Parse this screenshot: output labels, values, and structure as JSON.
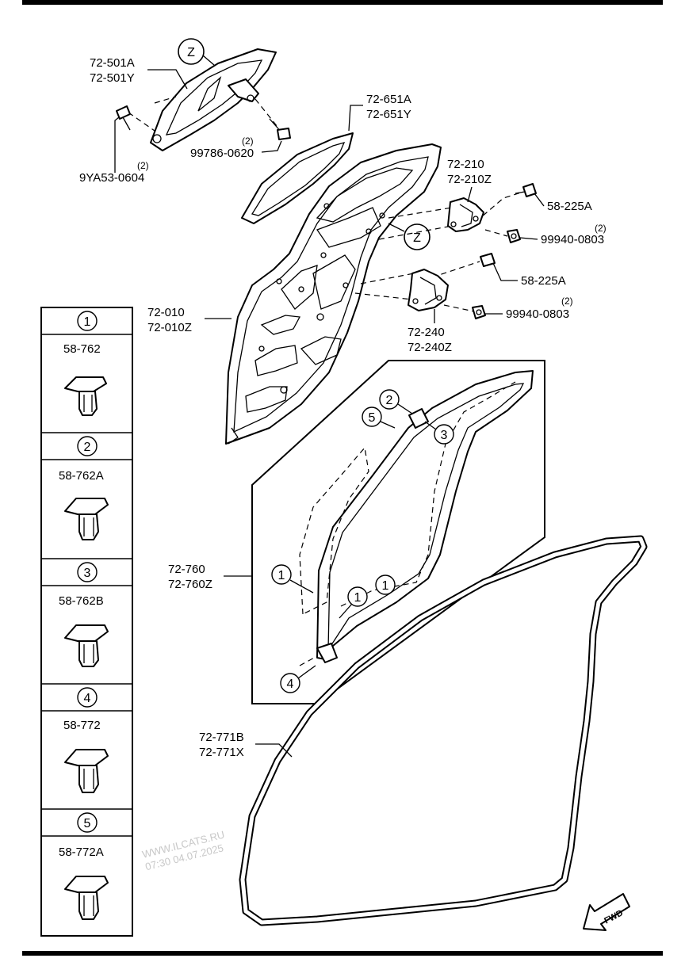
{
  "labels": {
    "glass_a": "72-501A",
    "glass_y": "72-501Y",
    "bolt_9ya": "9YA53-0604",
    "bolt_9ya_qty": "(2)",
    "screw_99786": "99786-0620",
    "screw_99786_qty": "(2)",
    "seal_651a": "72-651A",
    "seal_651y": "72-651Y",
    "hinge_upper_210": "72-210",
    "hinge_upper_210z": "72-210Z",
    "bolt_225a_upper": "58-225A",
    "nut_upper": "99940-0803",
    "nut_upper_qty": "(2)",
    "bolt_225a_lower": "58-225A",
    "nut_lower": "99940-0803",
    "nut_lower_qty": "(2)",
    "hinge_lower_240": "72-240",
    "hinge_lower_240z": "72-240Z",
    "door_010": "72-010",
    "door_010z": "72-010Z",
    "weatherstrip_760": "72-760",
    "weatherstrip_760z": "72-760Z",
    "opening_771b": "72-771B",
    "opening_771x": "72-771X",
    "z_mark_1": "Z",
    "z_mark_2": "Z",
    "fwd": "FWD"
  },
  "clips": [
    {
      "num": "1",
      "part": "58-762"
    },
    {
      "num": "2",
      "part": "58-762A"
    },
    {
      "num": "3",
      "part": "58-762B"
    },
    {
      "num": "4",
      "part": "58-772"
    },
    {
      "num": "5",
      "part": "58-772A"
    }
  ],
  "callouts": {
    "c2": "2",
    "c5": "5",
    "c3": "3",
    "c1a": "1",
    "c1b": "1",
    "c1c": "1",
    "c4": "4"
  },
  "watermark": {
    "line1": "WWW.ILCATS.RU",
    "line2": "07:30 04.07.2025"
  },
  "colors": {
    "line": "#000000",
    "background": "#ffffff",
    "watermark": "#c8c8c8"
  }
}
